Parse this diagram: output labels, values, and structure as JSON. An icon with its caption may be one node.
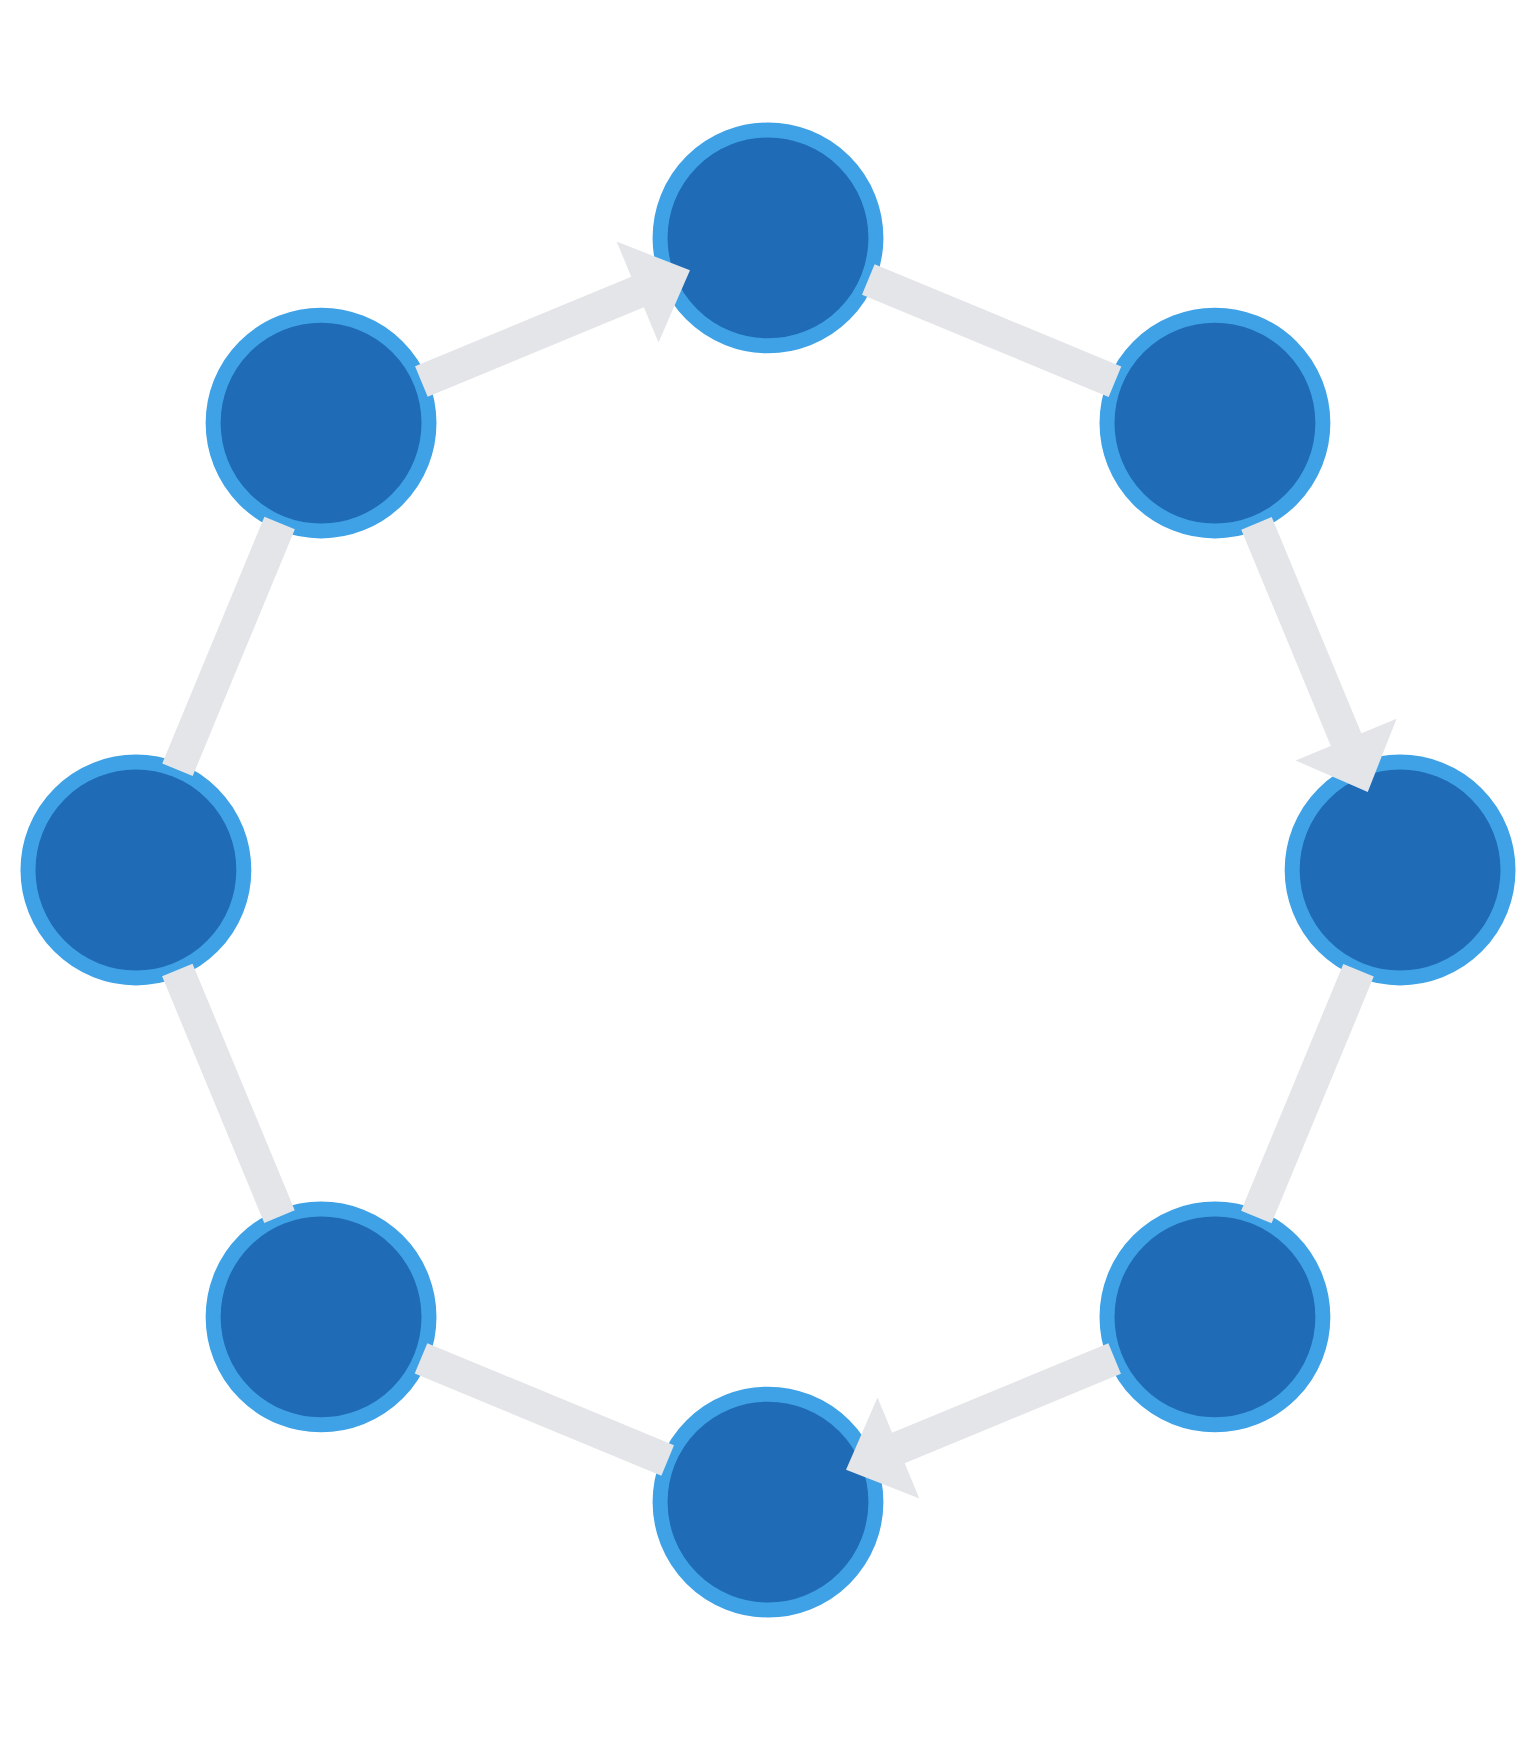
{
  "diagram": {
    "nodes": [
      {
        "text": [],
        "shape": "circle"
      },
      {
        "text": [],
        "shape": "circle"
      },
      {
        "text": [],
        "shape": "circle"
      },
      {
        "text": [],
        "shape": "circle"
      },
      {
        "text": [],
        "shape": "circle"
      },
      {
        "text": [],
        "shape": "circle"
      },
      {
        "text": [],
        "shape": "circle"
      },
      {
        "text": [],
        "shape": "circle"
      }
    ],
    "edges": [
      {
        "from": 7,
        "to": 0,
        "arrow": "to"
      },
      {
        "from": 0,
        "to": 1,
        "arrow": "none"
      },
      {
        "from": 1,
        "to": 2,
        "arrow": "to"
      },
      {
        "from": 2,
        "to": 3,
        "arrow": "none"
      },
      {
        "from": 3,
        "to": 4,
        "arrow": "to"
      },
      {
        "from": 4,
        "to": 5,
        "arrow": "none"
      },
      {
        "from": 5,
        "to": 6,
        "arrow": "none"
      },
      {
        "from": 6,
        "to": 7,
        "arrow": "none"
      }
    ]
  }
}
